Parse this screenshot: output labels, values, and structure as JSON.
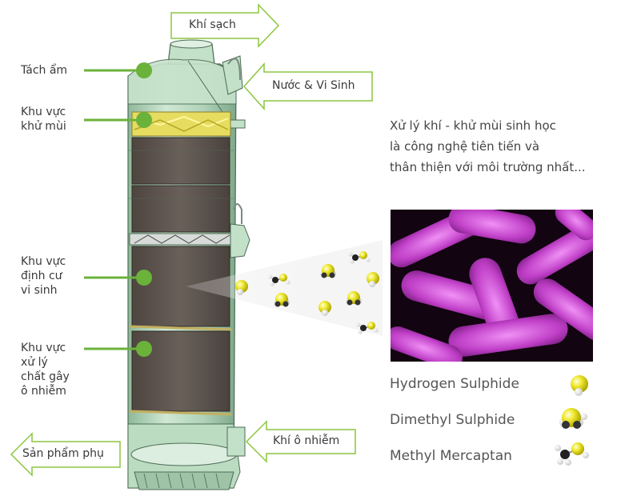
{
  "arrows": {
    "clean_air": "Khí sạch",
    "water_microbes": "Nước & Vi Sinh",
    "polluted_air": "Khí ô nhiễm",
    "byproduct": "Sản phẩm phụ"
  },
  "zones": [
    {
      "label": "Tách ẩm"
    },
    {
      "label": "Khu vực\nkhử mùi"
    },
    {
      "label": "Khu vực\nđịnh cư\nvi sinh"
    },
    {
      "label": "Khu vực\nxử lý\nchất gây\nô nhiễm"
    }
  ],
  "description": [
    "Xử lý khí - khử mùi sinh học",
    "là công nghệ tiên tiến và",
    "thân thiện với môi trường nhất..."
  ],
  "legend": [
    {
      "name": "Hydrogen Sulphide",
      "icon": "h2s-molecule-icon"
    },
    {
      "name": "Dimethyl Sulphide",
      "icon": "dms-molecule-icon"
    },
    {
      "name": "Methyl Mercaptan",
      "icon": "methyl-mercaptan-molecule-icon"
    }
  ],
  "colors": {
    "arrow_green": "#8cc63f",
    "tower_green": "#b8d9c0",
    "panel_brown": "#5a504a",
    "sulphur_yellow": "#e8e020",
    "bacteria_magenta": "#c040c8"
  }
}
